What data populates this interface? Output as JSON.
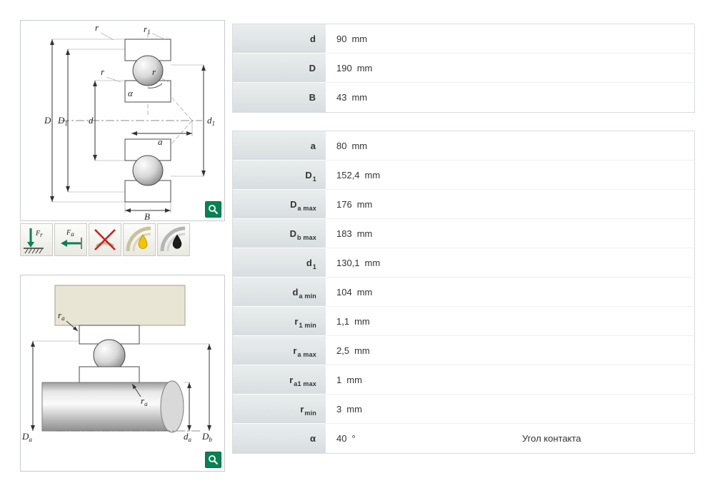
{
  "colors": {
    "accent_green": "#0a8152",
    "label_bg_top": "#eaedee",
    "label_bg_bottom": "#d8dee0",
    "housing_beige": "#e8e5d4"
  },
  "diagram1": {
    "labels": {
      "D": "D",
      "D1m": "D",
      "D1s": "1",
      "d": "d",
      "d1m": "d",
      "d1s": "1",
      "B": "B",
      "a": "a",
      "alpha": "α",
      "r": "r",
      "r1m": "r",
      "r1s": "1"
    }
  },
  "load_icons": {
    "radial": {
      "m": "F",
      "s": "r"
    },
    "axial": {
      "m": "F",
      "s": "a"
    }
  },
  "diagram2": {
    "labels": {
      "ram": "r",
      "ras": "a",
      "Dam": "D",
      "Das": "a",
      "dam": "d",
      "das": "a",
      "Dbm": "D",
      "Dbs": "b"
    }
  },
  "tables": [
    {
      "rows": [
        {
          "main": "d",
          "sub": "",
          "value": "90",
          "unit": "mm",
          "note": ""
        },
        {
          "main": "D",
          "sub": "",
          "value": "190",
          "unit": "mm",
          "note": ""
        },
        {
          "main": "B",
          "sub": "",
          "value": "43",
          "unit": "mm",
          "note": ""
        }
      ]
    },
    {
      "rows": [
        {
          "main": "a",
          "sub": "",
          "value": "80",
          "unit": "mm",
          "note": ""
        },
        {
          "main": "D",
          "sub": "1",
          "value": "152,4",
          "unit": "mm",
          "note": ""
        },
        {
          "main": "D",
          "sub": "a max",
          "value": "176",
          "unit": "mm",
          "note": ""
        },
        {
          "main": "D",
          "sub": "b max",
          "value": "183",
          "unit": "mm",
          "note": ""
        },
        {
          "main": "d",
          "sub": "1",
          "value": "130,1",
          "unit": "mm",
          "note": ""
        },
        {
          "main": "d",
          "sub": "a min",
          "value": "104",
          "unit": "mm",
          "note": ""
        },
        {
          "main": "r",
          "sub": "1 min",
          "value": "1,1",
          "unit": "mm",
          "note": ""
        },
        {
          "main": "r",
          "sub": "a max",
          "value": "2,5",
          "unit": "mm",
          "note": ""
        },
        {
          "main": "r",
          "sub": "a1 max",
          "value": "1",
          "unit": "mm",
          "note": ""
        },
        {
          "main": "r",
          "sub": "min",
          "value": "3",
          "unit": "mm",
          "note": ""
        },
        {
          "main": "α",
          "sub": "",
          "value": "40",
          "unit": "°",
          "note": "Угол контакта"
        }
      ]
    }
  ]
}
